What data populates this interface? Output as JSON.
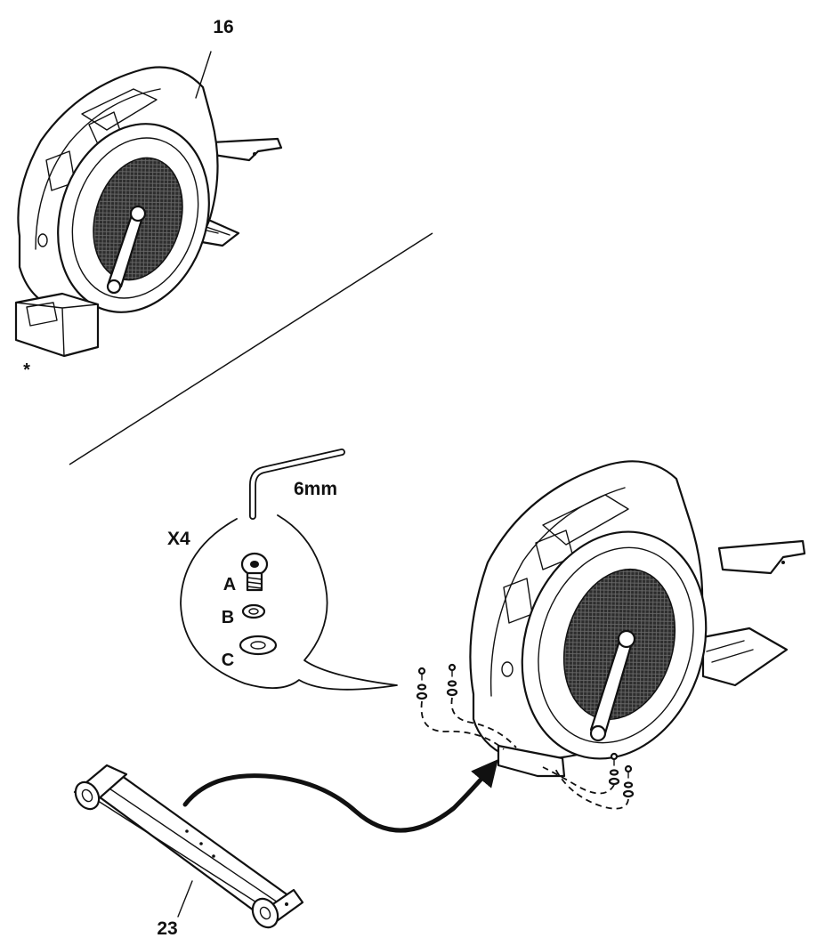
{
  "labels": {
    "frame_part": "16",
    "support_note": "*",
    "tool_size": "6mm",
    "quantity": "X4",
    "hw_a": "A",
    "hw_b": "B",
    "hw_c": "C",
    "stabilizer_part": "23"
  },
  "icons": {
    "wrench": "hex-key-icon",
    "hardware": "bolt-washer-icon"
  },
  "colors": {
    "line": "#111111",
    "flywheel_mesh": "#3a3a3a",
    "background": "#ffffff"
  }
}
